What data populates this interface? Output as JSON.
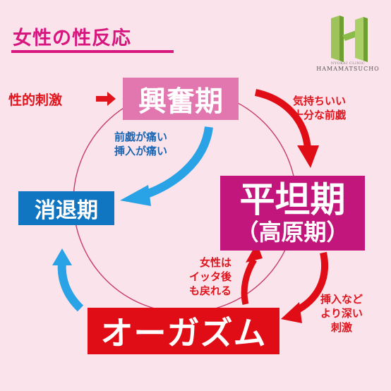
{
  "title": "女性の性反応",
  "stimulus": {
    "label": "性的刺激"
  },
  "phases": {
    "excitement": "興奮期",
    "plateau": "平坦期",
    "plateau_sub": "（高原期）",
    "orgasm": "オーガズム",
    "resolution": "消退期"
  },
  "notes": {
    "to_plateau": [
      "気持ちいい",
      "十分な前戯"
    ],
    "pain": [
      "前戯が痛い",
      "挿入が痛い"
    ],
    "again": [
      "女性は",
      "イッタ後",
      "も戻れる"
    ],
    "deeper": [
      "挿入など",
      "より深い",
      "刺激"
    ]
  },
  "logo": {
    "sub": "NYOKAI CLINIC",
    "main": "HAMAMATSUCHO"
  },
  "colors": {
    "pink": "#e277af",
    "magenta": "#c2167d",
    "red": "#e00d16",
    "blue": "#1076c1",
    "arrow_blue": "#29a3e6",
    "background": "#fbe3ec"
  }
}
